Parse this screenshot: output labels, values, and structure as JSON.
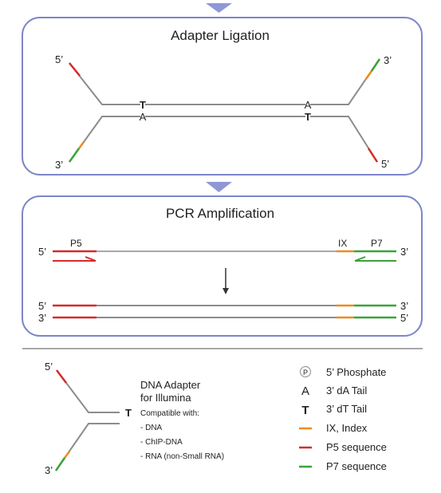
{
  "colors": {
    "strand": "#8c8c8c",
    "p5": "#d62b2b",
    "p7": "#3aa33a",
    "index": "#f08a1e",
    "t_base": "#d62b2b",
    "a_base": "#9a9a9a",
    "panel_border": "#7d86c8",
    "arrow_fill": "#8e98d6",
    "divider": "#8c8c8c",
    "phosphate": "#9a9a9a"
  },
  "ligation": {
    "title": "Adapter Ligation",
    "left_top_end": "5’",
    "left_bottom_end": "3’",
    "right_top_end": "3’",
    "right_bottom_end": "5’",
    "base_t": "T",
    "base_a": "A"
  },
  "pcr": {
    "title": "PCR Amplification",
    "primer_p5": "P5",
    "primer_p7": "P7",
    "index_label": "IX",
    "top_left_end": "5’",
    "top_right_end": "3’",
    "product_top_left": "5’",
    "product_bottom_left": "3’",
    "product_top_right": "3’",
    "product_bottom_right": "5’"
  },
  "adapter": {
    "top_end": "5’",
    "bottom_end": "3’",
    "overhang": "T",
    "title_line1": "DNA Adapter",
    "title_line2": "for Illumina",
    "compatible": "Compatible with:",
    "items": [
      "- DNA",
      "- ChIP-DNA",
      "- RNA (non-Small RNA)"
    ]
  },
  "legend": {
    "phosphate_symbol": "P",
    "phosphate": "5’ Phosphate",
    "a_symbol": "A",
    "a_tail": "3’ dA Tail",
    "t_symbol": "T",
    "t_tail": "3’ dT Tail",
    "index": "IX, Index",
    "p5": "P5 sequence",
    "p7": "P7 sequence"
  }
}
